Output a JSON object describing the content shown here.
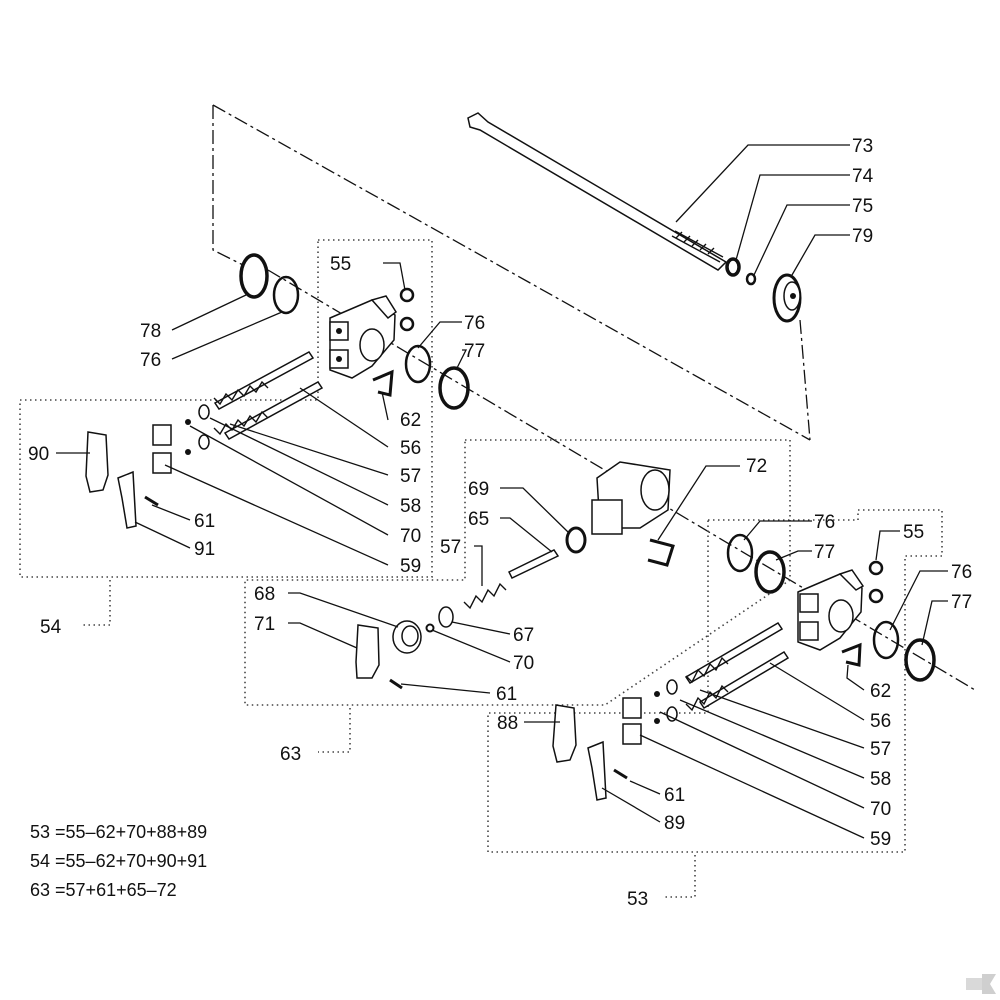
{
  "labels": {
    "p73": "73",
    "p74": "74",
    "p75": "75",
    "p79": "79",
    "p55a": "55",
    "p78": "78",
    "p76a": "76",
    "p76b": "76",
    "p77a": "77",
    "p62a": "62",
    "p56a": "56",
    "p57a": "57",
    "p58a": "58",
    "p70a": "70",
    "p59a": "59",
    "p90": "90",
    "p61a": "61",
    "p91": "91",
    "p54": "54",
    "p72": "72",
    "p69": "69",
    "p65": "65",
    "p57b": "57",
    "p67": "67",
    "p68": "68",
    "p71": "71",
    "p70b": "70",
    "p61b": "61",
    "p63": "63",
    "p76c": "76",
    "p77b": "77",
    "p55b": "55",
    "p76d": "76",
    "p77c": "77",
    "p62b": "62",
    "p56b": "56",
    "p57c": "57",
    "p58b": "58",
    "p70c": "70",
    "p59b": "59",
    "p88": "88",
    "p61c": "61",
    "p89": "89",
    "p53": "53"
  },
  "formulas": {
    "f53": "53 =55–62+70+88+89",
    "f54": "54 =55–62+70+90+91",
    "f63": "63 =57+61+65–72"
  }
}
